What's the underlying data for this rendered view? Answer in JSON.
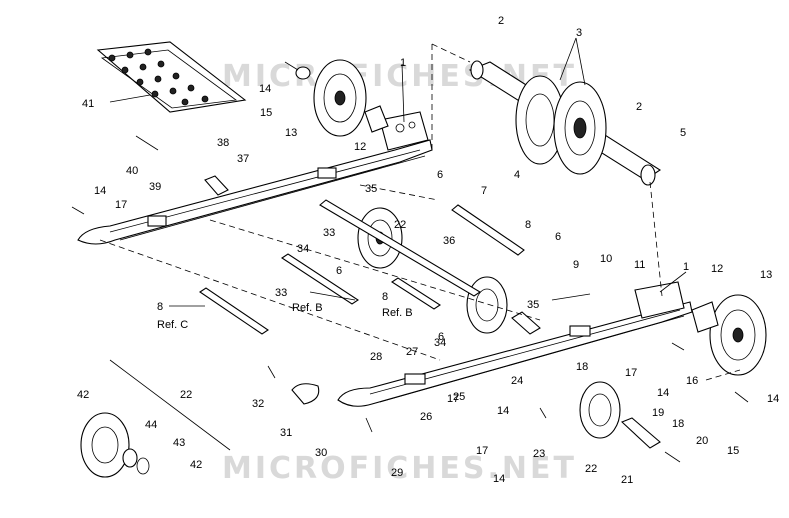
{
  "watermark": "MICROFICHES.NET",
  "labels": {
    "n1a": "1",
    "n1b": "1",
    "n2a": "2",
    "n2b": "2",
    "n3": "3",
    "n4": "4",
    "n5": "5",
    "n6a": "6",
    "n6b": "6",
    "n6c": "6",
    "n6d": "6",
    "n7": "7",
    "n8a": "8",
    "n8b": "8",
    "n9": "9",
    "n10": "10",
    "n11": "11",
    "n12a": "12",
    "n12b": "12",
    "n13a": "13",
    "n13b": "13",
    "n14a": "14",
    "n14b": "14",
    "n14c": "14",
    "n14d": "14",
    "n14e": "14",
    "n14f": "14",
    "n15a": "15",
    "n15b": "15",
    "n16": "16",
    "n17a": "17",
    "n17b": "17",
    "n17c": "17",
    "n17d": "17",
    "n18a": "18",
    "n18b": "18",
    "n19": "19",
    "n20": "20",
    "n21": "21",
    "n22a": "22",
    "n22b": "22",
    "n22c": "22",
    "n23": "23",
    "n24": "24",
    "n25": "25",
    "n26": "26",
    "n27": "27",
    "n28": "28",
    "n29": "29",
    "n30": "30",
    "n31": "31",
    "n32": "32",
    "n33a": "33",
    "n33b": "33",
    "n34a": "34",
    "n34b": "34",
    "n35a": "35",
    "n35b": "35",
    "n36": "36",
    "n37": "37",
    "n38": "38",
    "n39": "39",
    "n40": "40",
    "n41": "41",
    "n42a": "42",
    "n42b": "42",
    "n43": "43",
    "n44": "44",
    "n8c": "8",
    "refB1": "Ref. B",
    "refB2": "Ref. B",
    "refC": "Ref. C"
  }
}
